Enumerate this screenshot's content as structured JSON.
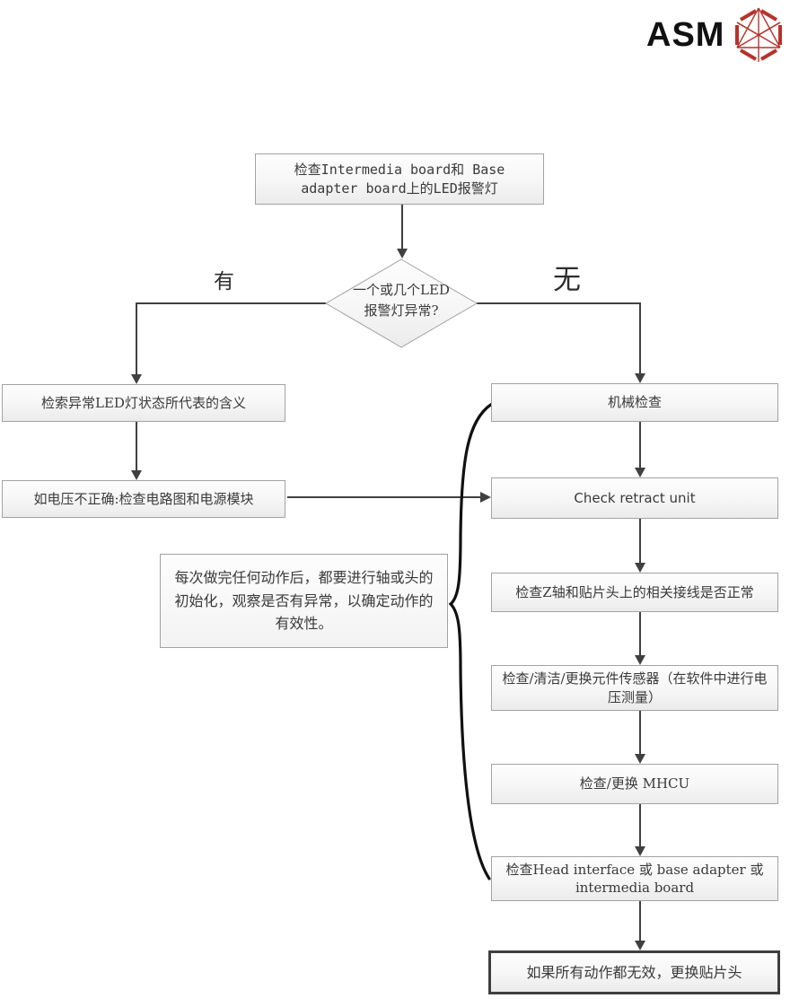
{
  "logo": {
    "text": "ASM",
    "icon": "asm-polyhedron-icon",
    "icon_color": "#b5332c",
    "text_color": "#111111"
  },
  "labels": {
    "yes": "有",
    "no": "无"
  },
  "flowchart": {
    "start": "检查Intermedia board和 Base adapter board上的LED报警灯",
    "decision_line1": "一个或几个LED",
    "decision_line2": "报警灯异常?",
    "left_steps": [
      "检索异常LED灯状态所代表的含义",
      "如电压不正确:检查电路图和电源模块"
    ],
    "note": "每次做完任何动作后，都要进行轴或头的初始化，观察是否有异常，以确定动作的有效性。",
    "right_steps": [
      "机械检查",
      "Check retract unit",
      "检查Z轴和贴片头上的相关接线是否正常",
      "检查/清洁/更换元件传感器（在软件中进行电压测量）",
      "检查/更换 MHCU",
      "检查Head interface 或 base adapter 或 intermedia board"
    ],
    "final": "如果所有动作都无效，更换贴片头"
  },
  "colors": {
    "connector": "#404040",
    "brace": "#111111",
    "box_border": "#a3a3a3",
    "box_fill_top": "#fdfdfd",
    "box_fill_bottom": "#ebebeb",
    "final_border": "#3f3f3f",
    "text": "#3a3a3a"
  }
}
